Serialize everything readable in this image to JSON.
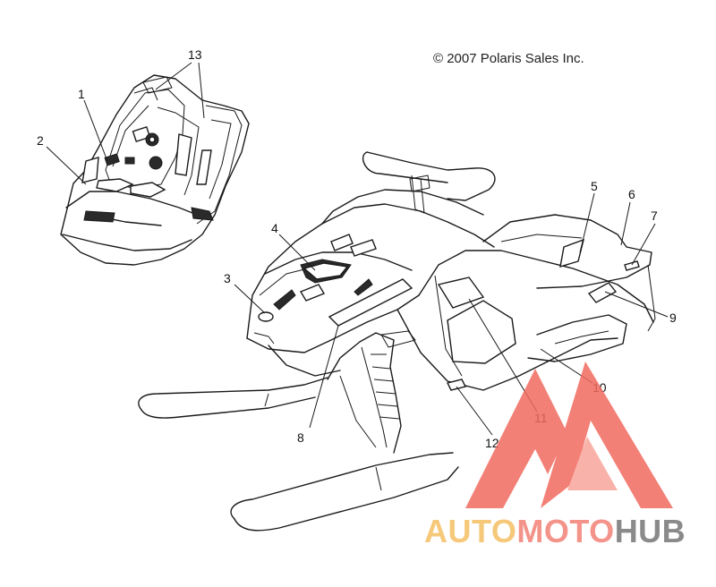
{
  "diagram": {
    "copyright": "© 2007 Polaris Sales Inc.",
    "callouts": [
      {
        "id": "c1",
        "label": "1"
      },
      {
        "id": "c2",
        "label": "2"
      },
      {
        "id": "c3",
        "label": "3"
      },
      {
        "id": "c4",
        "label": "4"
      },
      {
        "id": "c5",
        "label": "5"
      },
      {
        "id": "c6",
        "label": "6"
      },
      {
        "id": "c7",
        "label": "7"
      },
      {
        "id": "c8",
        "label": "8"
      },
      {
        "id": "c9",
        "label": "9"
      },
      {
        "id": "c10",
        "label": "10"
      },
      {
        "id": "c11",
        "label": "11"
      },
      {
        "id": "c12",
        "label": "12"
      },
      {
        "id": "c13",
        "label": "13"
      }
    ]
  },
  "watermark": {
    "part_auto": "AUTO",
    "part_moto": "MOTO",
    "part_hub": "HUB",
    "colors": {
      "auto": "#f5c87a",
      "moto": "#f4938a",
      "hub": "#8a8a8a",
      "mark": "#f26a5f"
    }
  }
}
